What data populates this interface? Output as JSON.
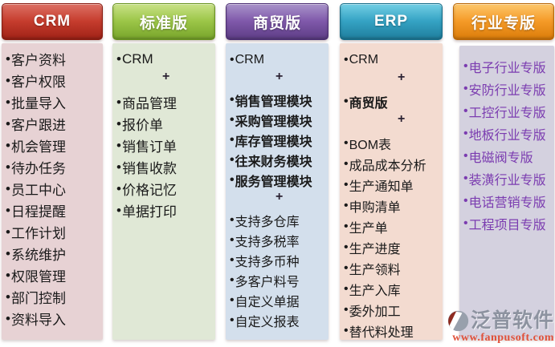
{
  "columns": [
    {
      "id": "crm",
      "header": "CRM",
      "colors": {
        "header_top": "#dd7165",
        "header_mid": "#c63d2e",
        "header_bottom": "#a02217",
        "header_border": "#8a1d12",
        "body_bg": "#e7d2d4",
        "text": "#1a1a1a"
      },
      "items": [
        {
          "type": "item",
          "text": "客户资料"
        },
        {
          "type": "item",
          "text": "客户权限"
        },
        {
          "type": "item",
          "text": "批量导入"
        },
        {
          "type": "item",
          "text": "客户跟进"
        },
        {
          "type": "item",
          "text": "机会管理"
        },
        {
          "type": "item",
          "text": "待办任务"
        },
        {
          "type": "item",
          "text": "员工中心"
        },
        {
          "type": "item",
          "text": "日程提醒"
        },
        {
          "type": "item",
          "text": "工作计划"
        },
        {
          "type": "item",
          "text": "系统维护"
        },
        {
          "type": "item",
          "text": "权限管理"
        },
        {
          "type": "item",
          "text": "部门控制"
        },
        {
          "type": "item",
          "text": "资料导入"
        }
      ]
    },
    {
      "id": "standard-edition",
      "header": "标准版",
      "colors": {
        "header_top": "#c9e287",
        "header_mid": "#9cc648",
        "header_bottom": "#78a52b",
        "header_border": "#699420",
        "body_bg": "#e0e8d6",
        "text": "#1a1a1a"
      },
      "items": [
        {
          "type": "item",
          "text": "CRM"
        },
        {
          "type": "plus",
          "text": "+"
        },
        {
          "type": "item",
          "text": "商品管理"
        },
        {
          "type": "item",
          "text": "报价单"
        },
        {
          "type": "item",
          "text": "销售订单"
        },
        {
          "type": "item",
          "text": "销售收款"
        },
        {
          "type": "item",
          "text": "价格记忆"
        },
        {
          "type": "item",
          "text": "单据打印"
        }
      ]
    },
    {
      "id": "trade-edition",
      "header": "商贸版",
      "colors": {
        "header_top": "#a994ca",
        "header_mid": "#8059ab",
        "header_bottom": "#5d3d85",
        "header_border": "#4c2f73",
        "body_bg": "#d3dfec",
        "text": "#1a1a1a"
      },
      "items": [
        {
          "type": "item",
          "text": "CRM"
        },
        {
          "type": "plus",
          "text": "+"
        },
        {
          "type": "bold",
          "text": "销售管理模块"
        },
        {
          "type": "bold",
          "text": "采购管理模块"
        },
        {
          "type": "bold",
          "text": "库存管理模块"
        },
        {
          "type": "bold",
          "text": "往来财务模块"
        },
        {
          "type": "bold",
          "text": "服务管理模块"
        },
        {
          "type": "plus",
          "text": "+"
        },
        {
          "type": "item",
          "text": "支持多仓库"
        },
        {
          "type": "item",
          "text": "支持多税率"
        },
        {
          "type": "item",
          "text": "支持多币种"
        },
        {
          "type": "item",
          "text": "多客户料号"
        },
        {
          "type": "item",
          "text": "自定义单据"
        },
        {
          "type": "item",
          "text": "自定义报表"
        }
      ]
    },
    {
      "id": "erp",
      "header": "ERP",
      "colors": {
        "header_top": "#72cfe5",
        "header_mid": "#35a3c4",
        "header_bottom": "#1f7e9d",
        "header_border": "#176e8a",
        "body_bg": "#f3dbd0",
        "text": "#1a1a1a"
      },
      "items": [
        {
          "type": "item",
          "text": "CRM"
        },
        {
          "type": "plus",
          "text": "+"
        },
        {
          "type": "bold",
          "text": "商贸版"
        },
        {
          "type": "plus",
          "text": "+"
        },
        {
          "type": "item",
          "text": "BOM表"
        },
        {
          "type": "item",
          "text": "成品成本分析"
        },
        {
          "type": "item",
          "text": "生产通知单"
        },
        {
          "type": "item",
          "text": "申购清单"
        },
        {
          "type": "item",
          "text": "生产单"
        },
        {
          "type": "item",
          "text": "生产进度"
        },
        {
          "type": "item",
          "text": "生产领料"
        },
        {
          "type": "item",
          "text": "生产入库"
        },
        {
          "type": "item",
          "text": "委外加工"
        },
        {
          "type": "item",
          "text": "替代料处理"
        }
      ]
    },
    {
      "id": "industry-edition",
      "header": "行业专版",
      "colors": {
        "header_top": "#fdc76b",
        "header_mid": "#f59b28",
        "header_bottom": "#db7c0a",
        "header_border": "#b96606",
        "body_bg": "#d4d1df",
        "text": "#7b3cb0"
      },
      "items": [
        {
          "type": "item",
          "text": "电子行业专版"
        },
        {
          "type": "item",
          "text": "安防行业专版"
        },
        {
          "type": "item",
          "text": "工控行业专版"
        },
        {
          "type": "item",
          "text": "地板行业专版"
        },
        {
          "type": "item",
          "text": "电磁阀专版"
        },
        {
          "type": "item",
          "text": "装潢行业专版"
        },
        {
          "type": "item",
          "text": "电话营销专版"
        },
        {
          "type": "item",
          "text": "工程项目专版"
        }
      ]
    }
  ],
  "watermark": {
    "brand": "泛普软件",
    "url": "www.fanpusoft.com",
    "logo_gray": "#98a0ac",
    "logo_red": "#8f2b20"
  }
}
